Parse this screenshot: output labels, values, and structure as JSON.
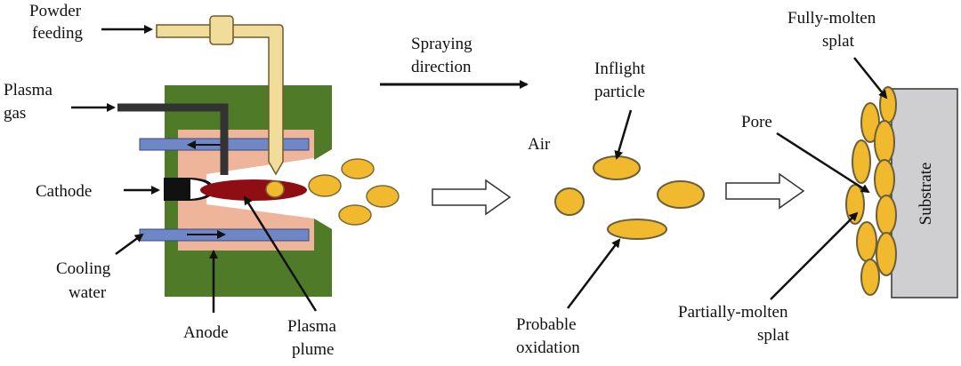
{
  "labels": {
    "powder_feeding_1": "Powder",
    "powder_feeding_2": "feeding",
    "plasma_gas_1": "Plasma",
    "plasma_gas_2": "gas",
    "cathode": "Cathode",
    "cooling_water_1": "Cooling",
    "cooling_water_2": "water",
    "anode": "Anode",
    "plasma_plume_1": "Plasma",
    "plasma_plume_2": "plume",
    "spraying_direction_1": "Spraying",
    "spraying_direction_2": "direction",
    "inflight_particle_1": "Inflight",
    "inflight_particle_2": "particle",
    "air": "Air",
    "probable_oxidation_1": "Probable",
    "probable_oxidation_2": "oxidation",
    "fully_molten_splat_1": "Fully-molten",
    "fully_molten_splat_2": "splat",
    "pore": "Pore",
    "partially_molten_splat_1": "Partially-molten",
    "partially_molten_splat_2": "splat",
    "substrate": "Substrate"
  },
  "colors": {
    "anode_body": "#4f7a27",
    "nozzle_liner": "#efb59a",
    "cooling_pipe": "#6f87c6",
    "powder_tube": "#f1dc9a",
    "plasma_plume": "#8e0e13",
    "particle": "#f0b92e",
    "particle_outline": "#7a6a35",
    "substrate": "#cfcfd1",
    "cathode": "#111111"
  }
}
